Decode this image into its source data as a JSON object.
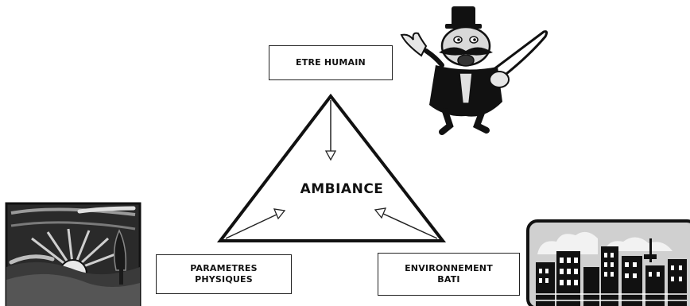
{
  "diagram": {
    "center_label": "AMBIANCE",
    "nodes": {
      "human": "ETRE HUMAIN",
      "physical_line1": "PARAMETRES",
      "physical_line2": "PHYSIQUES",
      "built_line1": "ENVIRONNEMENT",
      "built_line2": "BATI"
    },
    "illustrations": {
      "human": "cartoon-man-with-top-hat-icon",
      "physical": "sun-landscape-icon",
      "built": "city-skyline-icon"
    },
    "colors": {
      "ink": "#111111",
      "background": "#ffffff",
      "gray": "#888888"
    }
  }
}
